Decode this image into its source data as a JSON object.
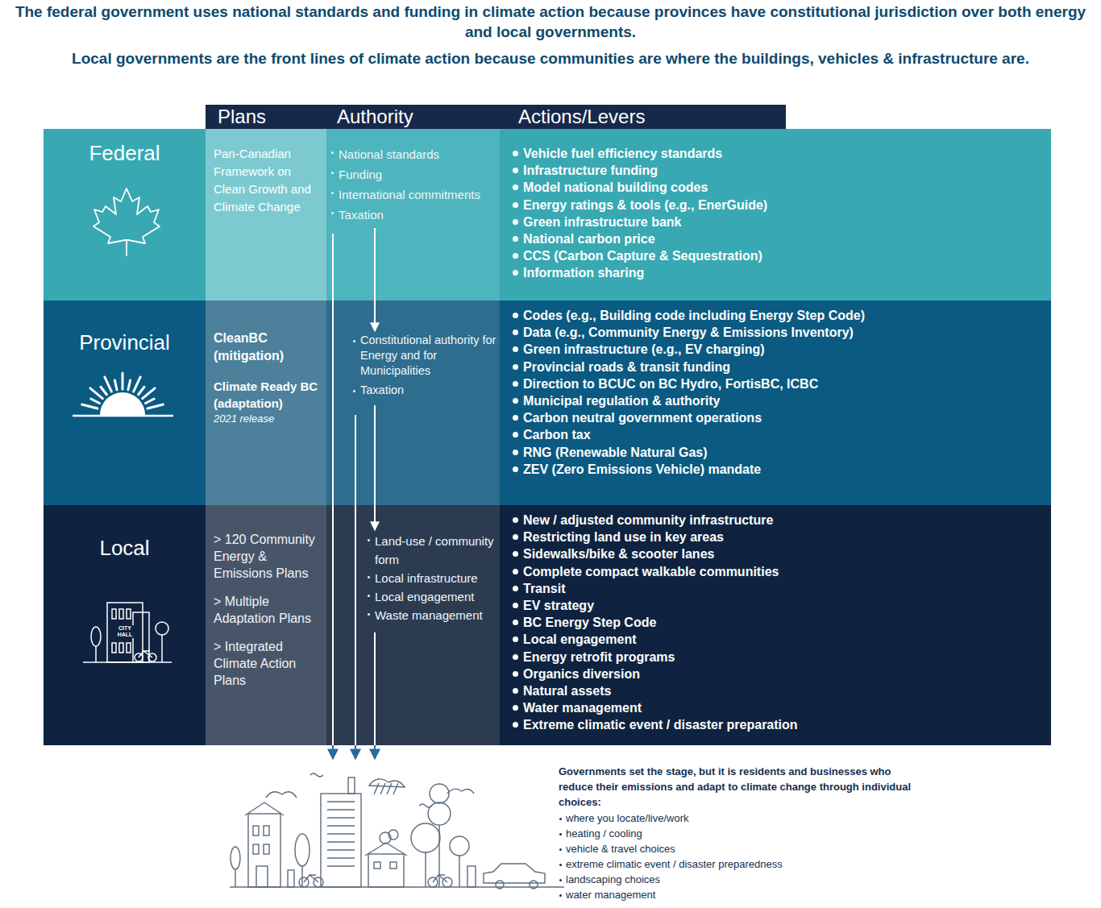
{
  "diagram": {
    "title": "The federal government uses national standards and funding in climate action because provinces have constitutional jurisdiction over both energy and local governments.",
    "nodes": [
      {
        "text": [
          "Plans",
          "Authority",
          "Actions/Levers"
        ]
      },
      {
        "text": [
          "Federal",
          "Vehicle fuel efficiency standards",
          "Infrastructure funding",
          "Model national building codes",
          "Energy ratings & tools (e.g., EnerGuide)",
          "Green infrastructure bank",
          "National carbon price",
          "CCS (Carbon Capture & Sequestration)",
          "Information sharing"
        ]
      },
      {
        "text": [
          "Pan-Canadian Framework on Clean Growth and Climate Change"
        ],
        "in": 1
      },
      {
        "text": [
          "National standards",
          "Funding",
          "International commitments",
          "Taxation"
        ],
        "in": 1
      },
      {
        "text": [
          "Provincial",
          "Codes (e.g., Building code including Energy Step Code)",
          "Data (e.g., Community Energy & Emissions Inventory)",
          "Green infrastructure (e.g., EV charging)",
          "Provincial roads & transit funding",
          "Direction to BCUC on BC Hydro, FortisBC, ICBC",
          "Municipal regulation & authority",
          "Carbon neutral government operations",
          "Carbon tax",
          "RNG (Renewable Natural Gas)",
          "ZEV (Zero Emissions Vehicle) mandate"
        ]
      },
      {
        "text": [
          "CleanBC (mitigation)",
          "Climate Ready BC (adaptation)",
          "2021 release"
        ],
        "in": 4
      },
      {
        "text": [
          "Constitutional authority for Energy and for Municipalities",
          "Taxation"
        ],
        "in": 4
      },
      {
        "text": [
          "Local",
          "New / adjusted community infrastructure",
          "Restricting land use in key areas",
          "Sidewalks/bike & scooter lanes",
          "Complete compact walkable communities",
          "Transit",
          "EV strategy",
          "BC Energy Step Code",
          "Local engagement",
          "Energy retrofit programs",
          "Organics diversion",
          "Natural assets",
          "Water management",
          "Extreme climatic event / disaster preparation"
        ]
      },
      {
        "text": [
          "> 120 Community Energy & Emissions Plans",
          "> Multiple Adaptation Plans",
          "> Integrated Climate Action Plans"
        ],
        "in": 7
      },
      {
        "text": [
          "Land-use / community form",
          "Local infrastructure",
          "Local engagement",
          "Waste management"
        ],
        "in": 7
      }
    ],
    "edges": [
      {
        "from": 3,
        "to": 6,
        "arrow": "to"
      },
      {
        "from": 6,
        "to": 9,
        "arrow": "to"
      }
    ],
    "labels": [
      "Local governments are the front lines of climate action because communities are where the buildings, vehicles & infrastructure are.",
      "Governments set the stage, but it is residents and businesses who reduce their emissions and adapt to climate change through individual choices:",
      "where you locate/live/work",
      "heating / cooling",
      "vehicle & travel choices",
      "extreme climatic event / disaster preparedness",
      "landscaping choices",
      "water management",
      "CITY HALL"
    ]
  }
}
